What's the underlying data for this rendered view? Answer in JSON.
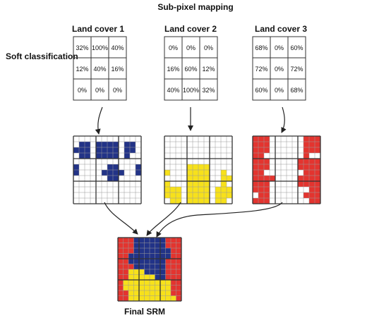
{
  "title": "Sub-pixel mapping",
  "row_label": "Soft classification",
  "final_label": "Final SRM",
  "colors": {
    "land_cover_1": "#223387",
    "land_cover_2": "#f7e11b",
    "land_cover_3": "#e3342f",
    "grid_line": "#333333",
    "sub_grid_line": "#9a9a9a",
    "background": "#ffffff"
  },
  "land_covers": [
    {
      "label": "Land cover 1",
      "fractions": [
        [
          "32%",
          "100%",
          "40%"
        ],
        [
          "12%",
          "40%",
          "16%"
        ],
        [
          "0%",
          "0%",
          "0%"
        ]
      ]
    },
    {
      "label": "Land cover 2",
      "fractions": [
        [
          "0%",
          "0%",
          "0%"
        ],
        [
          "16%",
          "60%",
          "12%"
        ],
        [
          "40%",
          "100%",
          "32%"
        ]
      ]
    },
    {
      "label": "Land cover 3",
      "fractions": [
        [
          "68%",
          "0%",
          "60%"
        ],
        [
          "72%",
          "0%",
          "72%"
        ],
        [
          "60%",
          "0%",
          "68%"
        ]
      ]
    }
  ]
}
